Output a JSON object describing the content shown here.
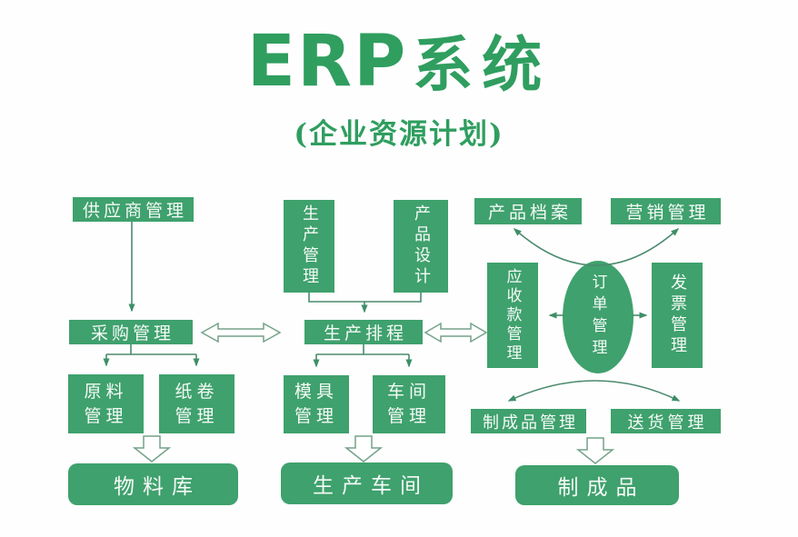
{
  "title": {
    "latin": "ERP",
    "cjk": "系统",
    "subtitle": "(企业资源计划)"
  },
  "colors": {
    "accent_green": "#3fa16d",
    "title_green": "#2f9e5f",
    "connector_green": "#4a8a6e",
    "background": "#ffffff"
  },
  "nodes": {
    "supplier": {
      "label": "供应商管理"
    },
    "purchasing": {
      "label": "采购管理"
    },
    "raw_material": {
      "label": "原料管理"
    },
    "paper_roll": {
      "label": "纸卷管理"
    },
    "material_store": {
      "label": "物料库"
    },
    "production_mgmt": {
      "label": "生产管理"
    },
    "product_design": {
      "label": "产品设计"
    },
    "scheduling": {
      "label": "生产排程"
    },
    "mold": {
      "label": "模具管理"
    },
    "workshop": {
      "label": "车间管理"
    },
    "production_floor": {
      "label": "生产车间"
    },
    "product_archive": {
      "label": "产品档案"
    },
    "marketing": {
      "label": "营销管理"
    },
    "receivables": {
      "label": "应收款管理"
    },
    "order": {
      "label": "订单管理"
    },
    "invoice": {
      "label": "发票管理"
    },
    "finished_mgmt": {
      "label": "制成品管理"
    },
    "delivery": {
      "label": "送货管理"
    },
    "finished": {
      "label": "制成品"
    }
  },
  "edges": [
    "供应商管理 → 采购管理",
    "采购管理 → 原料管理",
    "采购管理 → 纸卷管理",
    "原料管理/纸卷管理 ⇓ 物料库",
    "生产管理 → 生产排程",
    "产品设计 → 生产排程",
    "采购管理 ⇔ 生产排程",
    "生产排程 ⇔ 应收款管理",
    "生产排程 → 模具管理",
    "生产排程 → 车间管理",
    "模具管理/车间管理 ⇓ 生产车间",
    "订单管理 → 产品档案",
    "订单管理 → 营销管理",
    "订单管理 → 应收款管理",
    "订单管理 → 发票管理",
    "订单管理 → 制成品管理",
    "订单管理 → 送货管理",
    "制成品管理/送货管理 ⇓ 制成品"
  ]
}
